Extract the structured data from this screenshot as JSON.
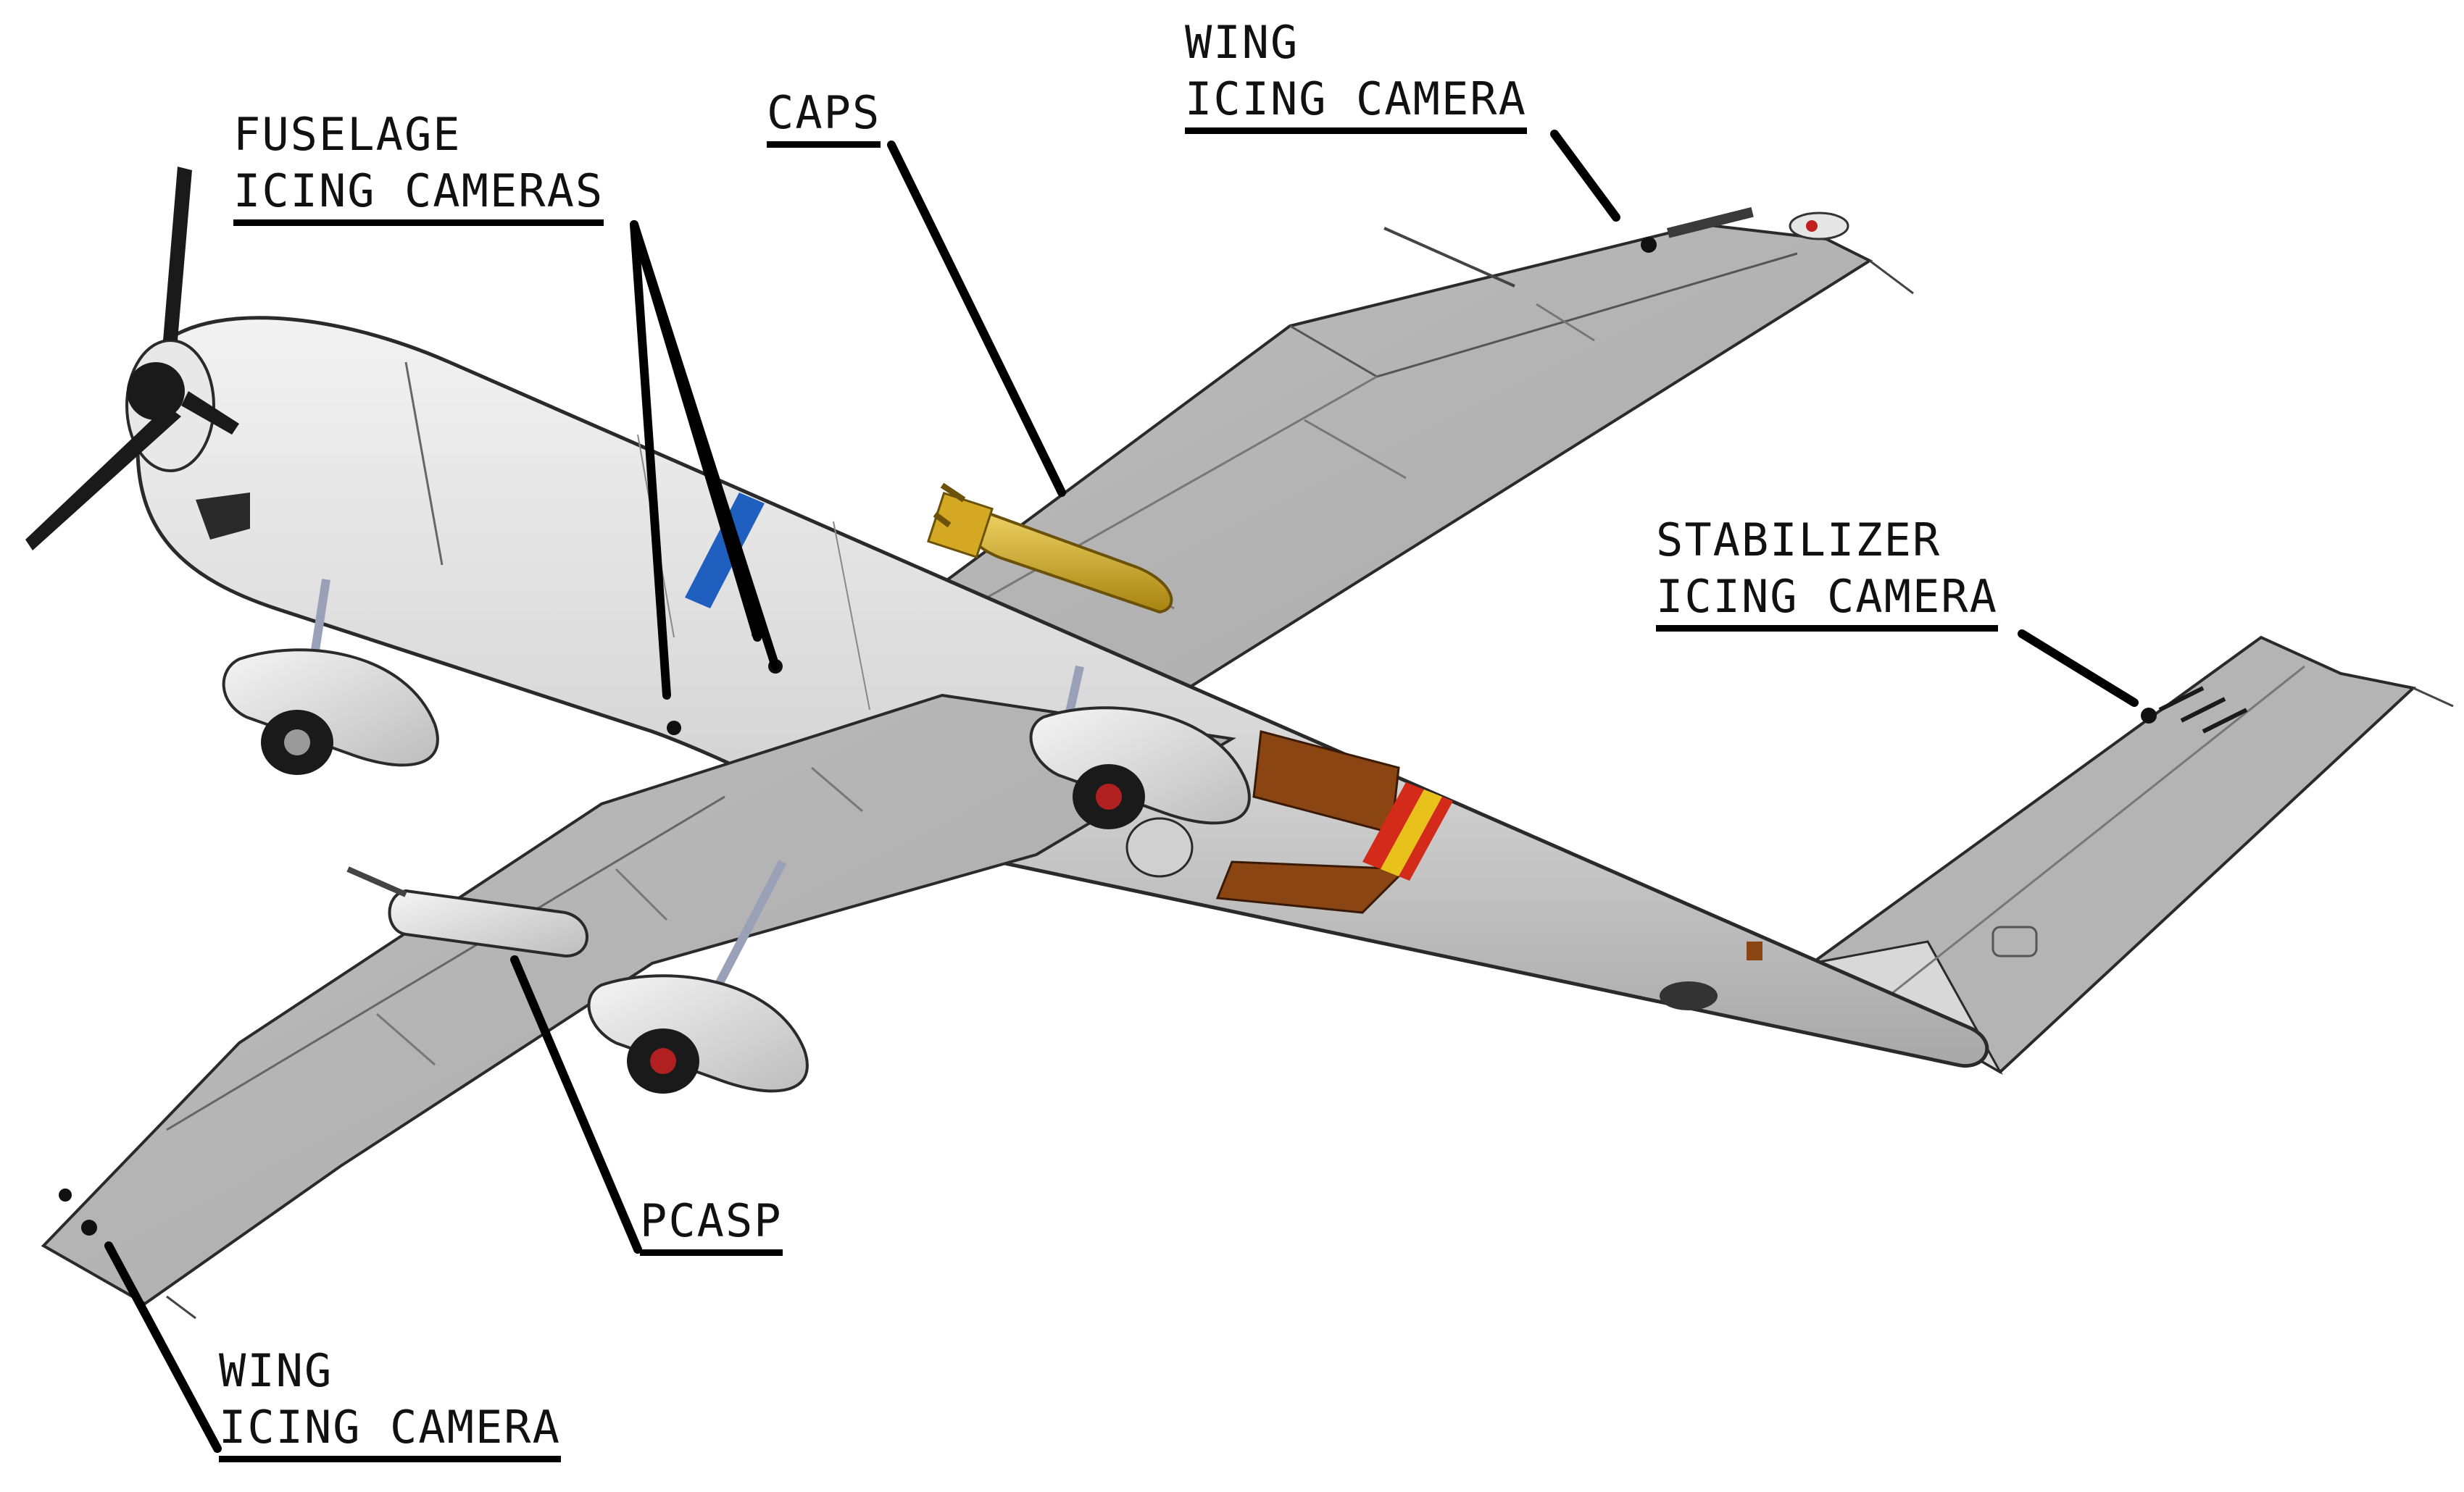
{
  "labels": {
    "fuselage_cameras": {
      "line1": "FUSELAGE",
      "line2": "ICING CAMERAS"
    },
    "caps": {
      "line1": "CAPS"
    },
    "wing_camera_right": {
      "line1": "WING",
      "line2": "ICING CAMERA"
    },
    "stabilizer_camera": {
      "line1": "STABILIZER",
      "line2": "ICING CAMERA"
    },
    "pcasp": {
      "line1": "PCASP"
    },
    "wing_camera_left": {
      "line1": "WING",
      "line2": "ICING CAMERA"
    }
  },
  "colors": {
    "airframe": "#c6c6c6",
    "airframe_shadow": "#9a9a9a",
    "outline": "#2a2a2a",
    "caps_probe": "#c9a21e",
    "fuselage_stripe": "#1f5fbf",
    "hatch": "#8a4512",
    "tail_stripe_red": "#d42a1a",
    "tail_stripe_yellow": "#e8c21a",
    "leader": "#000000"
  }
}
